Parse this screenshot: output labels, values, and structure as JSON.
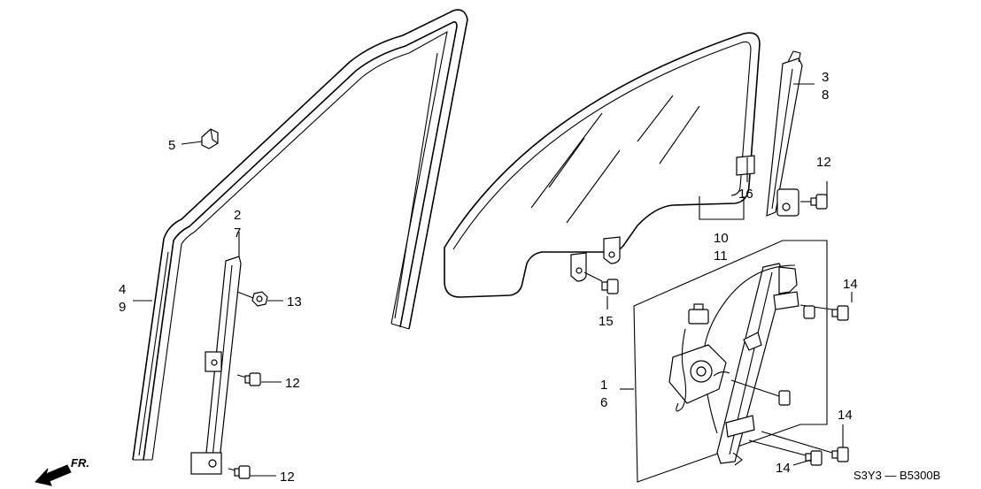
{
  "callouts": {
    "c1": "1",
    "c6": "6",
    "c2": "2",
    "c7": "7",
    "c3": "3",
    "c8": "8",
    "c4": "4",
    "c9": "9",
    "c5": "5",
    "c10": "10",
    "c11": "11",
    "c12a": "12",
    "c12b": "12",
    "c12c": "12",
    "c13": "13",
    "c14a": "14",
    "c14b": "14",
    "c14c": "14",
    "c15": "15",
    "c16": "16"
  },
  "front_marker": "FR.",
  "diagram_code": "S3Y3 — B5300B"
}
